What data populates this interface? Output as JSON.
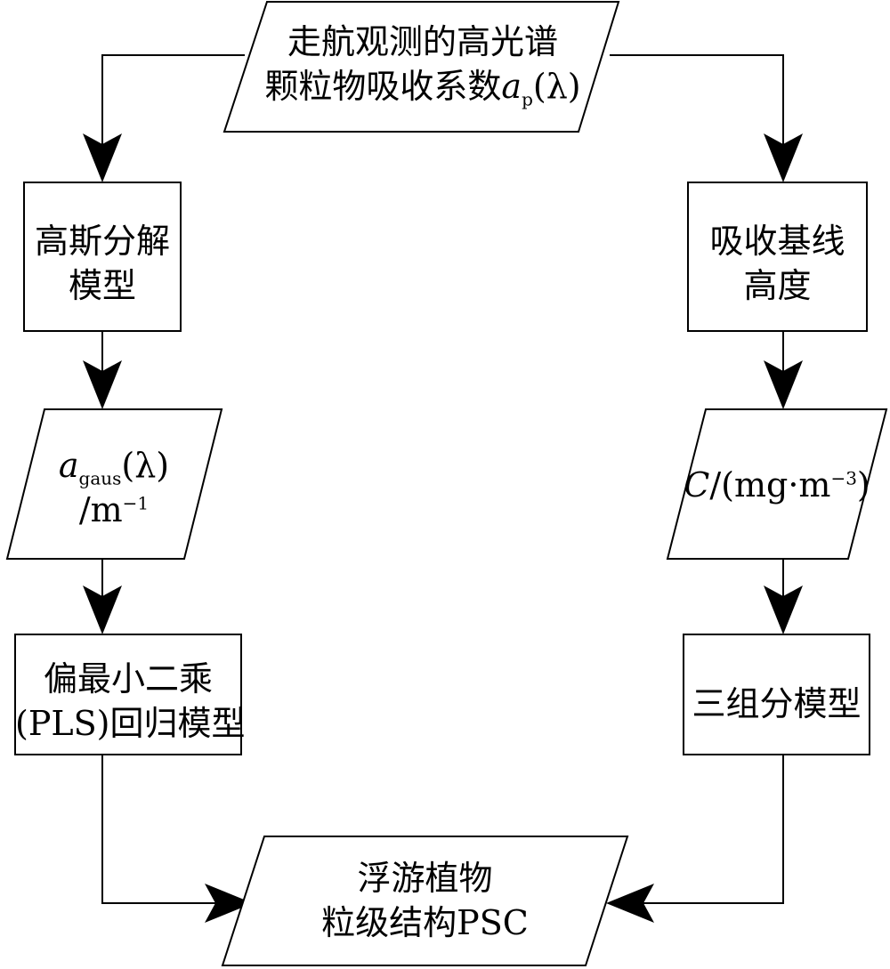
{
  "nodes": {
    "input": {
      "line1": "走航观测的高光谱",
      "line2_text": "颗粒物吸收系数",
      "symbol": "a",
      "symbol_sub": "p",
      "arg": "(λ)"
    },
    "gauss": {
      "line1": "高斯分解",
      "line2": "模型"
    },
    "baseline": {
      "line1": "吸收基线",
      "line2": "高度"
    },
    "agaus": {
      "symbol": "a",
      "symbol_sub": "gaus",
      "arg": "(λ)",
      "unit": "/m",
      "unit_sup": "−1"
    },
    "conc": {
      "symbol": "C",
      "unit_open": "/(mg·m",
      "unit_sup": "−3",
      "unit_close": ")"
    },
    "pls": {
      "line1": "偏最小二乘",
      "line2": "(PLS)回归模型"
    },
    "three": {
      "line1": "三组分模型"
    },
    "output": {
      "line1": "浮游植物",
      "line2": "粒级结构PSC"
    }
  },
  "colors": {
    "stroke": "#000000",
    "fill": "#ffffff",
    "text": "#000000"
  }
}
